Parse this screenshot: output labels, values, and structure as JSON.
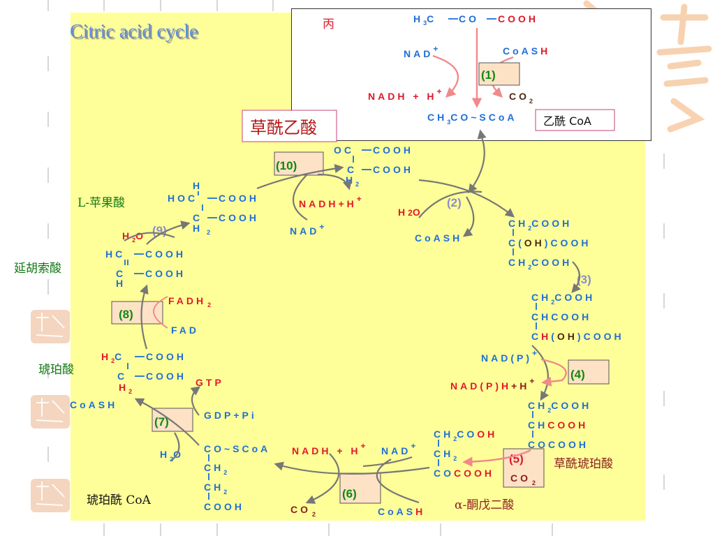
{
  "title": "Citric acid cycle",
  "top": {
    "pyruvate_label": "丙",
    "pyr_h3c": "H",
    "pyr_3": "3",
    "pyr_c": "C",
    "pyr_co": "CO",
    "pyr_cooh": "COOH",
    "nad": "NAD",
    "nad_plus": "+",
    "coash": "CoAS",
    "coash_h": "H",
    "nadh": "NADH + H",
    "nadh_plus": "+",
    "co2": "CO",
    "co2_2": "2",
    "acetyl_ch": "CH",
    "acetyl_3": "3",
    "acetyl_rest": "CO~SCoA",
    "acetyl_label": "乙酰 CoA"
  },
  "steps": {
    "s1": "(1)",
    "s2": "(2)",
    "s3": "(3)",
    "s4": "(4)",
    "s5": "(5)",
    "s6": "(6)",
    "s7": "(7)",
    "s8": "(8)",
    "s9": "(9)",
    "s10": "(10)"
  },
  "labels": {
    "oxaloacetate": "草酰乙酸",
    "malate": "L-苹果酸",
    "fumarate": "延胡索酸",
    "succinate": "琥珀酸",
    "succinyl_coa": "琥珀酰 CoA",
    "akg": "α-酮戊二酸",
    "oxalosuccinate": "草酰琥珀酸"
  },
  "molecules": {
    "oaa": {
      "l1": "OC",
      "l1b": "COOH",
      "l2": "C",
      "l2b": "COOH",
      "l3": "H",
      "l3s": "2"
    },
    "malate": {
      "l0": "H",
      "l1": "HOC",
      "l1b": "COOH",
      "l2": "C",
      "l2b": "COOH",
      "l3": "H",
      "l3s": "2"
    },
    "fumarate": {
      "l1": "HC",
      "l1b": "COOH",
      "l2": "C",
      "l2b": "COOH",
      "l3": "H"
    },
    "succinate": {
      "l1a": "H",
      "l1s": "2",
      "l1": "C",
      "l1b": "COOH",
      "l2": "C",
      "l2b": "COOH",
      "l3": "H",
      "l3s": "2"
    },
    "succoa": {
      "l1": "CO~SCoA",
      "l2": "CH",
      "l2s": "2",
      "l3": "CH",
      "l3s": "2",
      "l4": "COOH"
    },
    "akg": {
      "l1": "CH",
      "l1s": "2",
      "l1b": "CO",
      "l1r": "OH",
      "l2": "CH",
      "l2s": "2",
      "l3": "CO",
      "l3r": "COOH"
    },
    "oxsucc": {
      "l1": "CH",
      "l1s": "2",
      "l1b": "COOH",
      "l2": "CH",
      "l2r": "COOH",
      "l3": "COCOOH"
    },
    "citrate": {
      "l1": "CH",
      "l1s": "2",
      "l1b": "COOH",
      "l2a": "C(",
      "l2o": "OH",
      "l2b": ")COOH",
      "l3": "CH",
      "l3s": "2",
      "l3b": "COOH"
    },
    "isocitrate": {
      "l1": "CH",
      "l1s": "2",
      "l1b": "COOH",
      "l2": "CHCOOH",
      "l3a": "C",
      "l3h": "H",
      "l3p": "(",
      "l3o": "OH",
      "l3b": ")COOH"
    }
  },
  "cofactors": {
    "nadh10": "NADH",
    "nadh10b": "+H",
    "nadh10p": "+",
    "nad10": "NAD",
    "nad10p": "+",
    "h2o2": "H",
    "h2o2s": "2",
    "h2o2b": "O",
    "coash2": "CoASH",
    "h2o9": "H",
    "h2o9o": "O",
    "fadh2": "FADH",
    "fadh2s": "2",
    "fad": "FAD",
    "gtp": "GTP",
    "gdp": "GDP+Pi",
    "coash7": "CoASH",
    "h2o7": "H",
    "h2o7s": "2",
    "h2o7o": "O",
    "nadp": "NAD(P)",
    "nadp_p": "+",
    "nadph": "NAD(P)H",
    "nadph_b": "+H",
    "nadph_p": "+",
    "co2_5": "CO",
    "co2_5s": "2",
    "nadh6": "NADH + H",
    "nadh6p": "+",
    "nad6": "NAD",
    "nad6p": "+",
    "co2_6": "CO",
    "co2_6s": "2",
    "coash6": "CoAS",
    "coash6h": "H"
  },
  "colors": {
    "yellow": "#ffff99",
    "blue": "#1f6fd6",
    "red": "#e0192a",
    "green": "#118811",
    "box": "#fde2c6",
    "arrow": "#777777",
    "pink": "#f08a8a"
  }
}
